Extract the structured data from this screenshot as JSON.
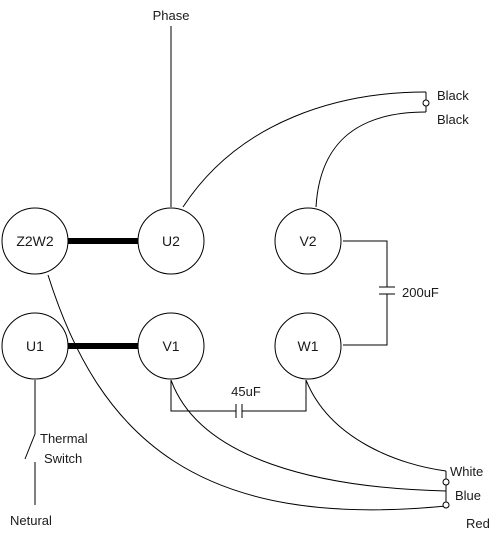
{
  "nodes": {
    "z2w2": "Z2W2",
    "u2": "U2",
    "v2": "V2",
    "u1": "U1",
    "v1": "V1",
    "w1": "W1"
  },
  "labels": {
    "phase": "Phase",
    "black_top": "Black",
    "black_bottom": "Black",
    "cap_200": "200uF",
    "cap_45": "45uF",
    "thermal": "Thermal",
    "switch": "Switch",
    "neutral": "Netural",
    "white": "White",
    "blue": "Blue",
    "red": "Red"
  }
}
